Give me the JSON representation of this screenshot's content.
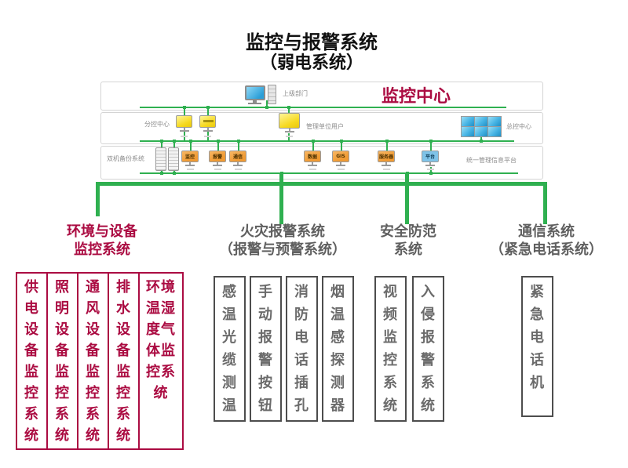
{
  "title": {
    "line1": "监控与报警系统",
    "line2": "（弱电系统）"
  },
  "colors": {
    "crimson": "#ab0c42",
    "green": "#2fb050",
    "gray_text": "#5f5f5f",
    "orange": "#ef9a33",
    "yellow": "#f6d91f",
    "blue": "#2b9fd8"
  },
  "diagram": {
    "monitoring_center_label": "监控中心",
    "band1": {
      "computer_label": "上级部门"
    },
    "band2": {
      "left_label": "分控中心",
      "mid_label": "管理单位用户",
      "right_label": "总控中心"
    },
    "band3": {
      "left_label": "双机备份系统",
      "right_label": "统一管理信息平台",
      "servers": [
        "监控",
        "报警",
        "通信",
        "数据",
        "GIS",
        "服务器",
        "平台"
      ]
    }
  },
  "branches": [
    {
      "title_lines": [
        "环境与设备",
        "监控系统"
      ],
      "boxes": [
        "供电设备监控系统",
        "照明设备监控系统",
        "通风设备监控系统",
        "排水设备监控系统",
        "环境温湿度气体监控系统"
      ]
    },
    {
      "title_lines": [
        "火灾报警系统",
        "（报警与预警系统）"
      ],
      "boxes": [
        "感温光缆测温",
        "手动报警按钮",
        "消防电话插孔",
        "烟温感探测器"
      ]
    },
    {
      "title_lines": [
        "安全防范",
        "系统"
      ],
      "boxes": [
        "视频监控系统",
        "入侵报警系统"
      ]
    },
    {
      "title_lines": [
        "通信系统",
        "（紧急电话系统）"
      ],
      "boxes": [
        "紧急电话机"
      ]
    }
  ]
}
